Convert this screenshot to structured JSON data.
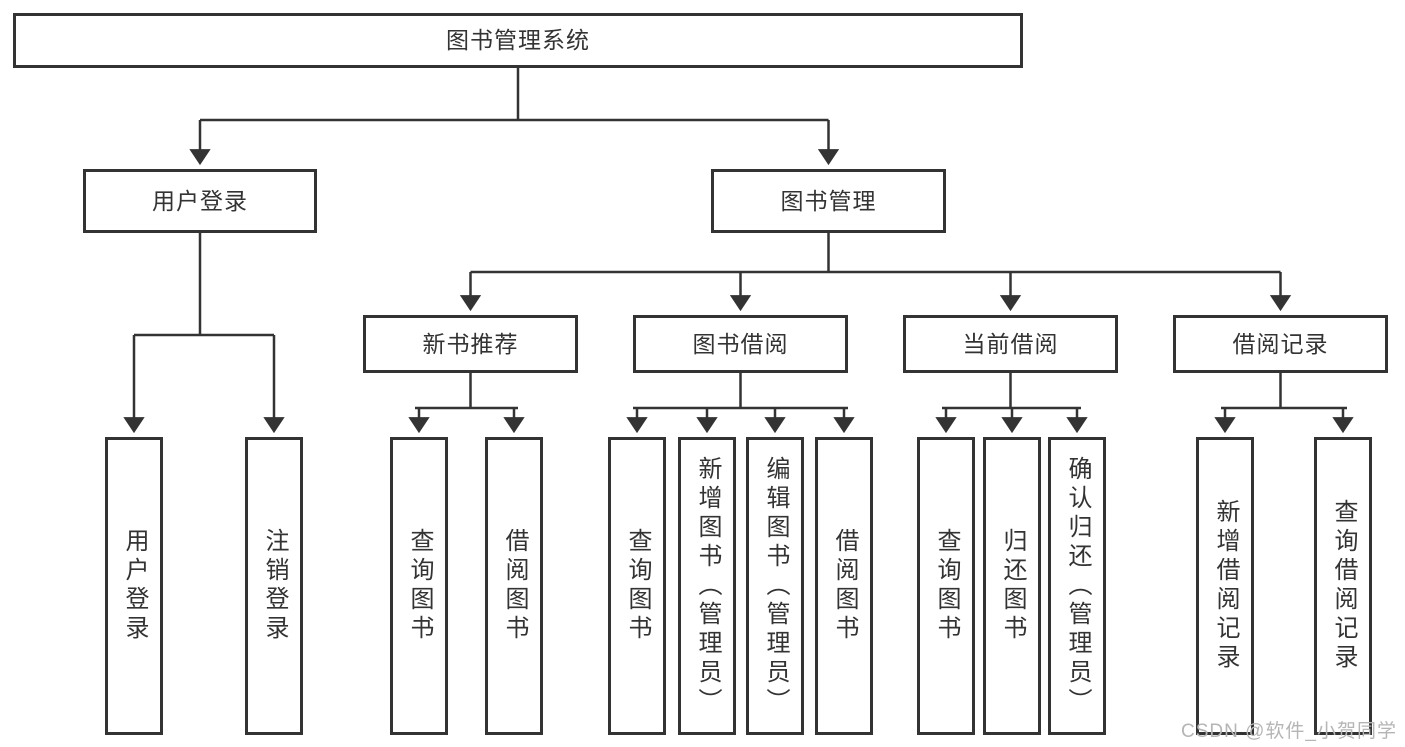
{
  "diagram": {
    "title": "图书管理系统",
    "nodes": {
      "root": "图书管理系统",
      "user_login": "用户登录",
      "book_mgmt": "图书管理",
      "ul_login": "用户登录",
      "ul_logout": "注销登录",
      "new_book_rec": "新书推荐",
      "book_borrow": "图书借阅",
      "current_borrow": "当前借阅",
      "borrow_record": "借阅记录",
      "nb_query_book": "查询图书",
      "nb_borrow_book": "借阅图书",
      "bb_query_book": "查询图书",
      "bb_add_book": "新增图书（管理员）",
      "bb_edit_book": "编辑图书（管理员）",
      "bb_borrow_book": "借阅图书",
      "cb_query_book": "查询图书",
      "cb_return_book": "归还图书",
      "cb_confirm_return": "确认归还（管理员）",
      "br_add_record": "新增借阅记录",
      "br_query_record": "查询借阅记录"
    },
    "edges": [
      [
        "root",
        "user_login"
      ],
      [
        "root",
        "book_mgmt"
      ],
      [
        "user_login",
        "ul_login"
      ],
      [
        "user_login",
        "ul_logout"
      ],
      [
        "book_mgmt",
        "new_book_rec"
      ],
      [
        "book_mgmt",
        "book_borrow"
      ],
      [
        "book_mgmt",
        "current_borrow"
      ],
      [
        "book_mgmt",
        "borrow_record"
      ],
      [
        "new_book_rec",
        "nb_query_book"
      ],
      [
        "new_book_rec",
        "nb_borrow_book"
      ],
      [
        "book_borrow",
        "bb_query_book"
      ],
      [
        "book_borrow",
        "bb_add_book"
      ],
      [
        "book_borrow",
        "bb_edit_book"
      ],
      [
        "book_borrow",
        "bb_borrow_book"
      ],
      [
        "current_borrow",
        "cb_query_book"
      ],
      [
        "current_borrow",
        "cb_return_book"
      ],
      [
        "current_borrow",
        "cb_confirm_return"
      ],
      [
        "borrow_record",
        "br_add_record"
      ],
      [
        "borrow_record",
        "br_query_record"
      ]
    ],
    "colors": {
      "line": "#333333",
      "text": "#333333",
      "box_fill": "#ffffff",
      "background": "#ffffff",
      "watermark": "#b5b5b5"
    }
  },
  "watermark": "CSDN @软件_小贺同学"
}
